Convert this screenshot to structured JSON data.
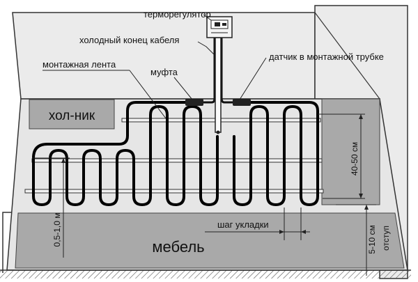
{
  "labels": {
    "thermostat": "терморегулятор",
    "cold_end": "холодный конец кабеля",
    "sensor": "датчик в монтажной трубке",
    "mounting_tape": "монтажная лента",
    "coupling": "муфта",
    "fridge": "хол-ник",
    "furniture": "мебель",
    "laying_step": "шаг укладки",
    "tape_spacing": "40-50 см",
    "wall_offset": "0,5-1,0 м",
    "offset": "5-10 см",
    "offset_word": "отступ"
  },
  "colors": {
    "floor": "#e6e6e6",
    "wall": "#ebebeb",
    "zone": "#a9a9a9",
    "cable": "#000000",
    "tape_fill": "#f2f2f2",
    "line": "#222222"
  },
  "icons": {
    "thermostat": "thermostat-box-icon",
    "coupling": "coupling-icon"
  }
}
